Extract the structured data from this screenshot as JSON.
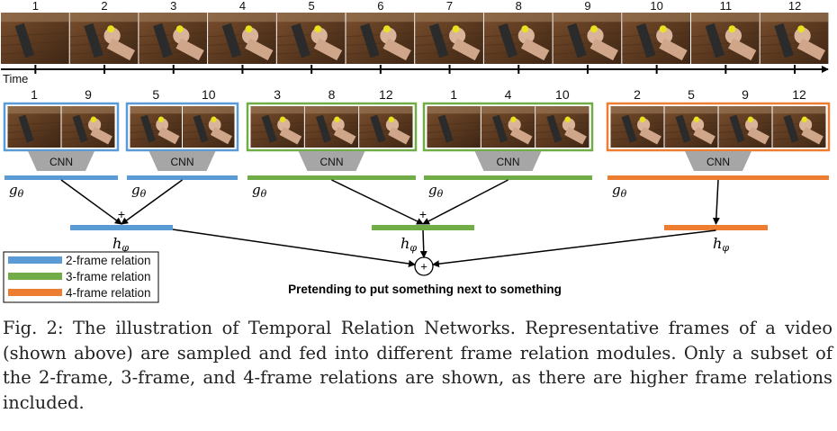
{
  "figure": {
    "frame_numbers": [
      "1",
      "2",
      "3",
      "4",
      "5",
      "6",
      "7",
      "8",
      "9",
      "10",
      "11",
      "12"
    ],
    "time_label": "Time",
    "modules": [
      {
        "frames": [
          "1",
          "9"
        ],
        "relation": "2-frame"
      },
      {
        "frames": [
          "5",
          "10"
        ],
        "relation": "2-frame"
      },
      {
        "frames": [
          "3",
          "8",
          "12"
        ],
        "relation": "3-frame"
      },
      {
        "frames": [
          "1",
          "4",
          "10"
        ],
        "relation": "3-frame"
      },
      {
        "frames": [
          "2",
          "5",
          "9",
          "12"
        ],
        "relation": "4-frame"
      }
    ],
    "cnn_label": "CNN",
    "g_label": "g",
    "g_sub": "θ",
    "h_label": "h",
    "h_sub": "φ",
    "plus": "+",
    "output_label": "Pretending to put something next to something",
    "legend": [
      {
        "label": "2-frame relation",
        "color": "#5b9bd5"
      },
      {
        "label": "3-frame relation",
        "color": "#70ad47"
      },
      {
        "label": "4-frame relation",
        "color": "#ed7d31"
      }
    ]
  },
  "caption": "Fig. 2: The illustration of Temporal Relation Networks. Representative frames of a video (shown above) are sampled and fed into different frame relation modules. Only a subset of the 2-frame, 3-frame, and 4-frame relations are shown, as there are higher frame relations included."
}
